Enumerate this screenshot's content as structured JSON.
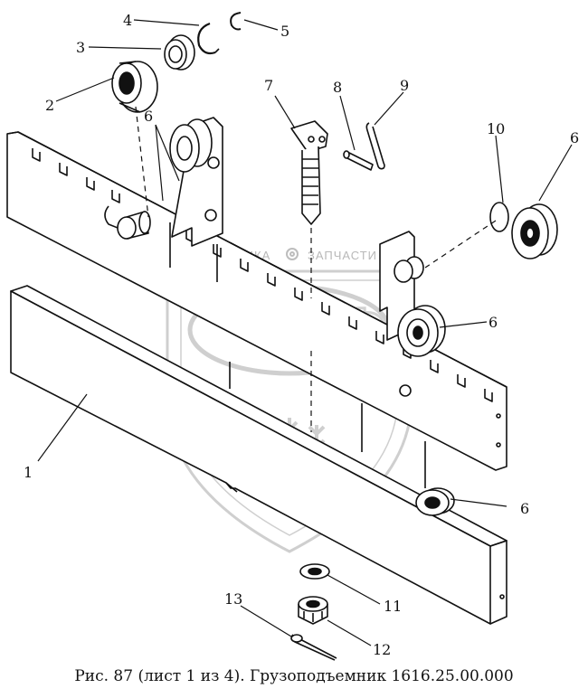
{
  "caption": "Рис. 87 (лист 1 из 4). Грузоподъемник 1616.25.00.000",
  "watermark": {
    "left_text": "ТЕХНИКА",
    "right_text": "ЗАПЧАСТИ",
    "logo_text": "ЭПФ"
  },
  "labels": [
    {
      "id": "label-1",
      "text": "1"
    },
    {
      "id": "label-2",
      "text": "2"
    },
    {
      "id": "label-3",
      "text": "3"
    },
    {
      "id": "label-4",
      "text": "4"
    },
    {
      "id": "label-5",
      "text": "5"
    },
    {
      "id": "label-6a",
      "text": "6"
    },
    {
      "id": "label-6b",
      "text": "6"
    },
    {
      "id": "label-6c",
      "text": "6"
    },
    {
      "id": "label-6d",
      "text": "6"
    },
    {
      "id": "label-7",
      "text": "7"
    },
    {
      "id": "label-8",
      "text": "8"
    },
    {
      "id": "label-9",
      "text": "9"
    },
    {
      "id": "label-10",
      "text": "10"
    },
    {
      "id": "label-11",
      "text": "11"
    },
    {
      "id": "label-12",
      "text": "12"
    },
    {
      "id": "label-13",
      "text": "13"
    }
  ],
  "colors": {
    "ink": "#111111",
    "watermark": "#c4c4c4"
  }
}
